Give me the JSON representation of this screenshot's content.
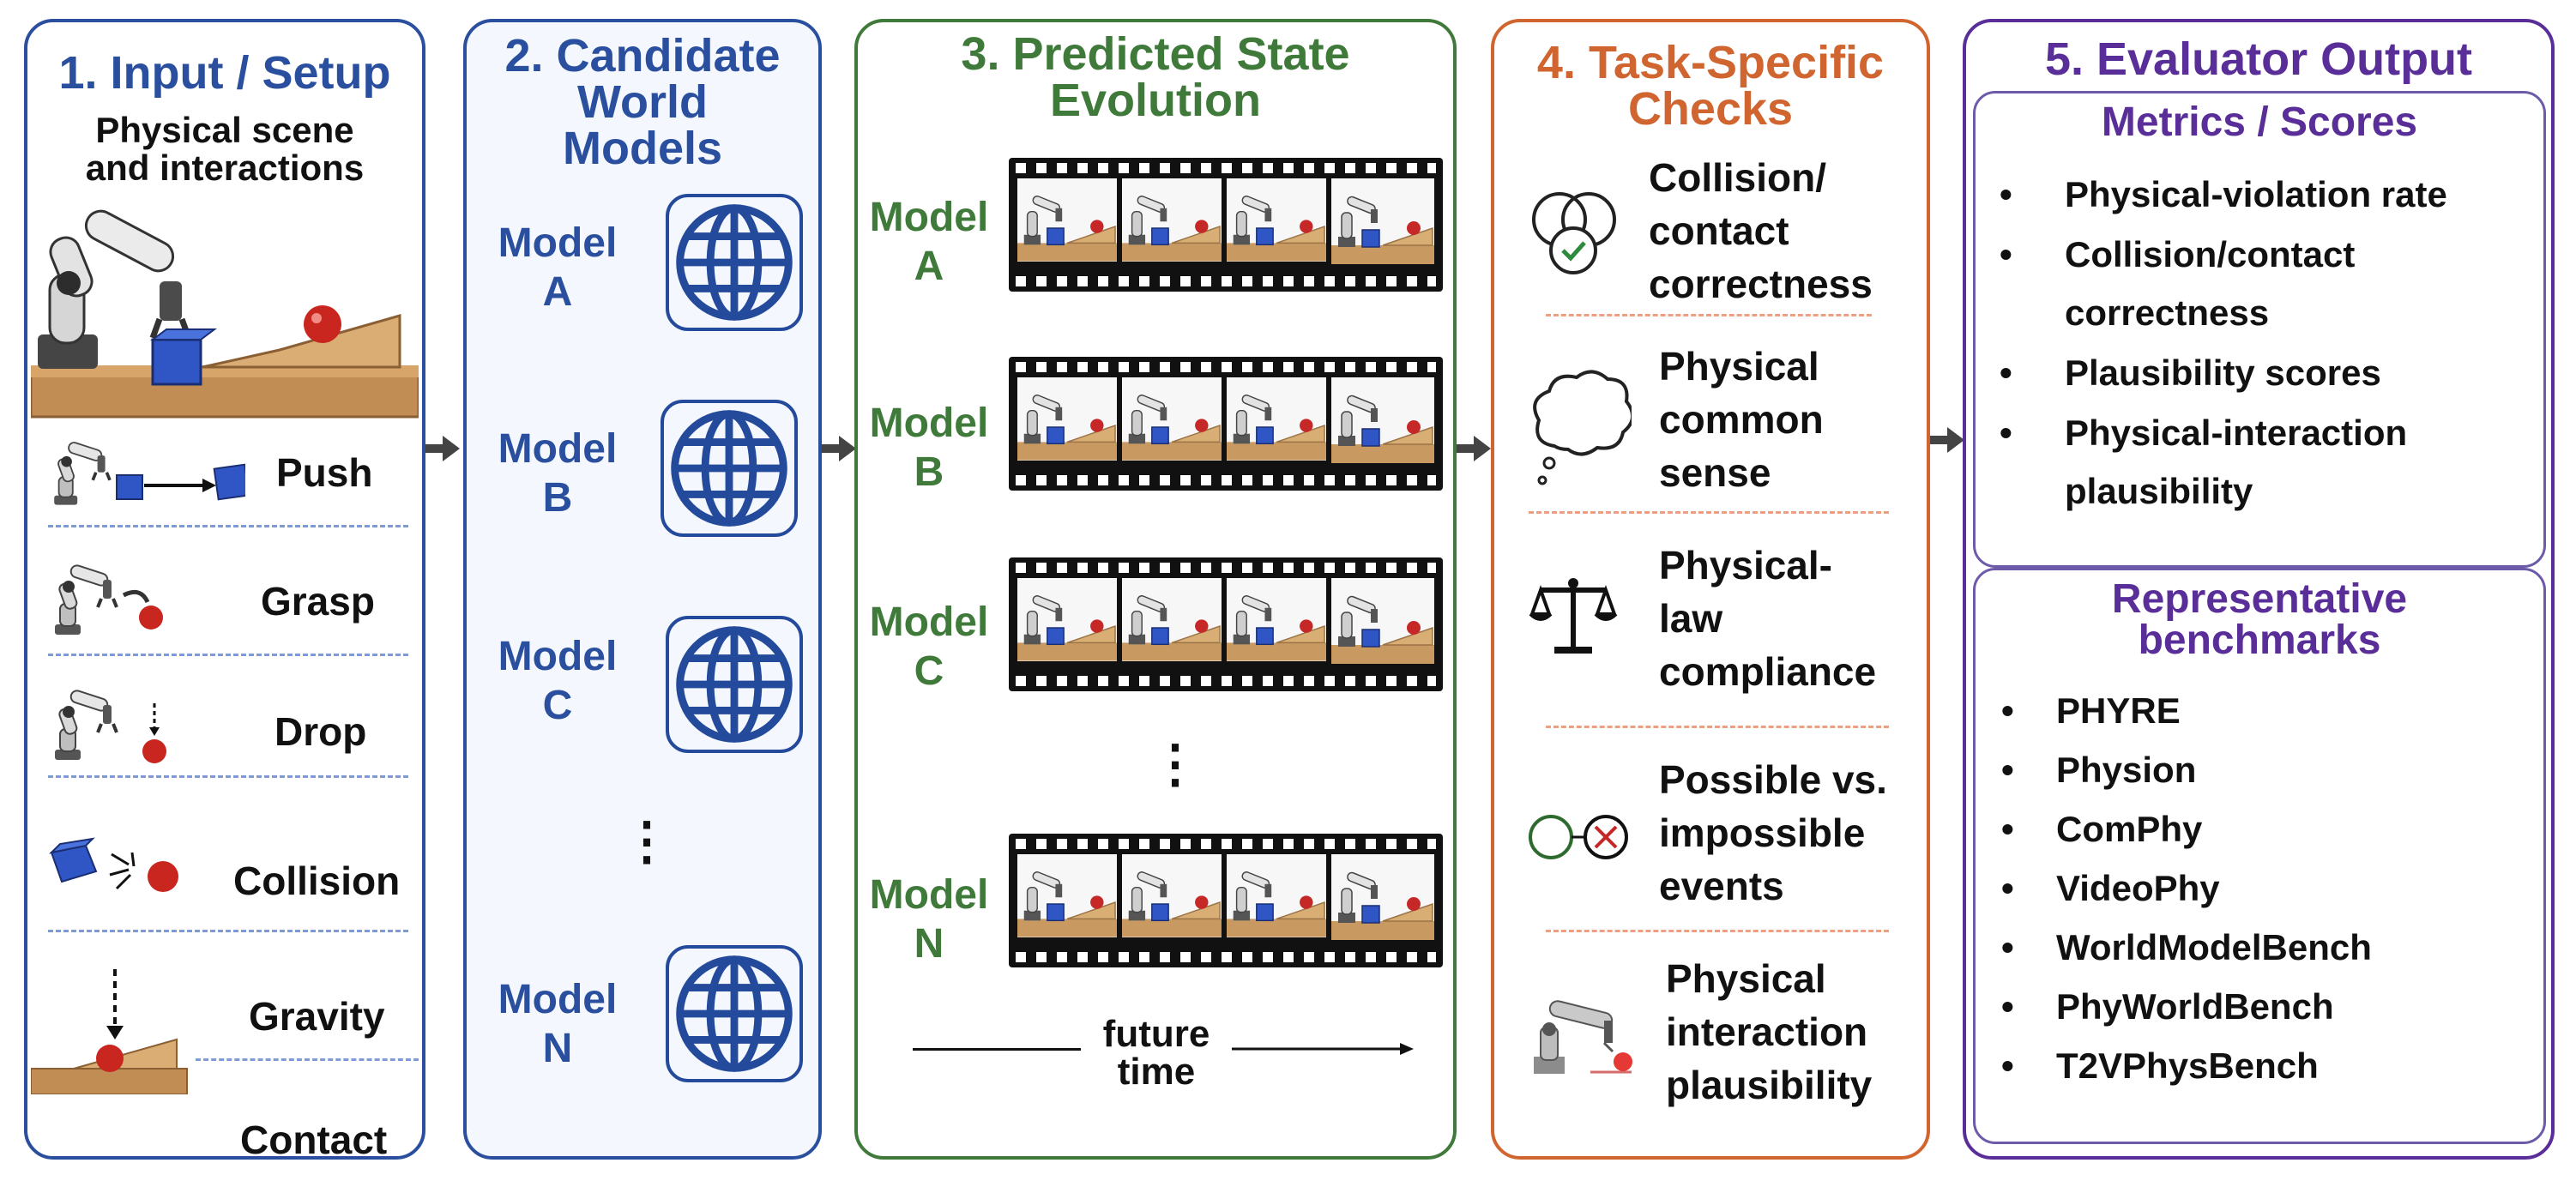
{
  "colors": {
    "blue": "#2a4f9e",
    "green": "#3f7a3a",
    "orange": "#d0652f",
    "purple": "#5a2e99",
    "dashBlue": "#7f9bd6",
    "dashOrange": "#ee9f7f",
    "arrow": "#444444"
  },
  "panel1": {
    "title": "1. Input / Setup",
    "subtitle": "Physical scene\nand interactions",
    "interactions": [
      "Push",
      "Grasp",
      "Drop",
      "Collision",
      "Gravity",
      "Contact"
    ]
  },
  "panel2": {
    "title": "2. Candidate\nWorld\nModels",
    "models": [
      "Model\nA",
      "Model\nB",
      "Model\nC",
      "Model\nN"
    ],
    "ellipsis": "⋮",
    "icon": "globe-icon"
  },
  "panel3": {
    "title": "3. Predicted State\nEvolution",
    "models": [
      "Model\nA",
      "Model\nB",
      "Model\nC",
      "Model\nN"
    ],
    "ellipsis": "⋮",
    "time_label": "future\ntime"
  },
  "panel4": {
    "title": "4. Task-Specific\nChecks",
    "checks": [
      {
        "label": "Collision/\ncontact\ncorrectness",
        "icon": "venn-check-icon"
      },
      {
        "label": "Physical\ncommon\nsense",
        "icon": "thought-cloud-icon"
      },
      {
        "label": "Physical-\nlaw\ncompliance",
        "icon": "balance-scale-icon"
      },
      {
        "label": "Possible vs.\nimpossible\nevents",
        "icon": "possible-impossible-icon"
      },
      {
        "label": "Physical\ninteraction\nplausibility",
        "icon": "robot-arm-icon"
      }
    ]
  },
  "panel5": {
    "title": "5. Evaluator Output",
    "metrics_title": "Metrics / Scores",
    "metrics": [
      "Physical-violation rate",
      "Collision/contact\ncorrectness",
      "Plausibility scores",
      "Physical-interaction\nplausibility"
    ],
    "bench_title": "Representative\nbenchmarks",
    "benchmarks": [
      "PHYRE",
      "Physion",
      "ComPhy",
      "VideoPhy",
      "WorldModelBench",
      "PhyWorldBench",
      "T2VPhysBench"
    ]
  }
}
